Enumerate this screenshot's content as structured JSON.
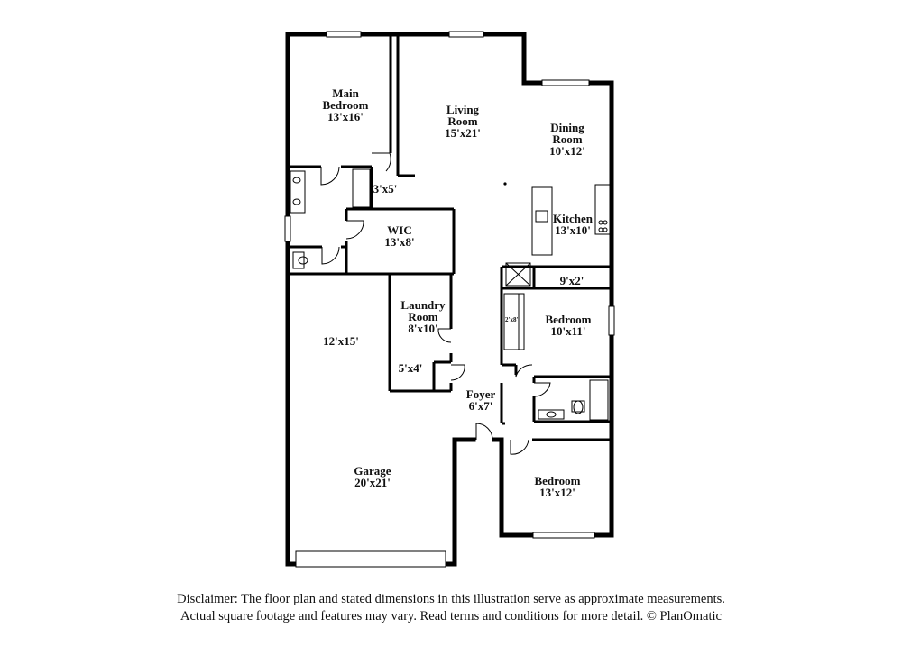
{
  "rooms": [
    {
      "id": "main-bedroom",
      "name": "Main Bedroom",
      "line1": "Main",
      "line2": "Bedroom",
      "dim": "13'x16'"
    },
    {
      "id": "living-room",
      "name": "Living Room",
      "line1": "Living",
      "line2": "Room",
      "dim": "15'x21'"
    },
    {
      "id": "dining-room",
      "name": "Dining Room",
      "line1": "Dining",
      "line2": "Room",
      "dim": "10'x12'"
    },
    {
      "id": "kitchen",
      "name": "Kitchen",
      "line1": "Kitchen",
      "line2": "",
      "dim": "13'x10'"
    },
    {
      "id": "bath-closet",
      "name": "",
      "line1": "",
      "line2": "",
      "dim": "3'x5'"
    },
    {
      "id": "wic",
      "name": "WIC",
      "line1": "WIC",
      "line2": "",
      "dim": "13'x8'"
    },
    {
      "id": "pantry",
      "name": "",
      "line1": "",
      "line2": "",
      "dim": "9'x2'"
    },
    {
      "id": "laundry-room",
      "name": "Laundry Room",
      "line1": "Laundry",
      "line2": "Room",
      "dim": "8'x10'"
    },
    {
      "id": "bedroom-2",
      "name": "Bedroom",
      "line1": "Bedroom",
      "line2": "",
      "dim": "10'x11'"
    },
    {
      "id": "closet-small",
      "name": "",
      "line1": "",
      "line2": "",
      "dim": "5'x4'"
    },
    {
      "id": "foyer",
      "name": "Foyer",
      "line1": "Foyer",
      "line2": "",
      "dim": "6'x7'"
    },
    {
      "id": "garage-bay",
      "name": "",
      "line1": "",
      "line2": "",
      "dim": "12'x15'"
    },
    {
      "id": "garage",
      "name": "Garage",
      "line1": "Garage",
      "line2": "",
      "dim": "20'x21'"
    },
    {
      "id": "bedroom-3",
      "name": "Bedroom",
      "line1": "Bedroom",
      "line2": "",
      "dim": "13'x12'"
    }
  ],
  "closet_tag": "2'x8'",
  "disclaimer": {
    "line1": "Disclaimer: The floor plan and stated dimensions in this illustration serve as approximate measurements.",
    "line2": "Actual square footage and features may vary. Read terms and conditions for more detail. © PlanOmatic"
  },
  "colors": {
    "wall": "#000000",
    "background": "#ffffff",
    "fixture": "#444444"
  }
}
